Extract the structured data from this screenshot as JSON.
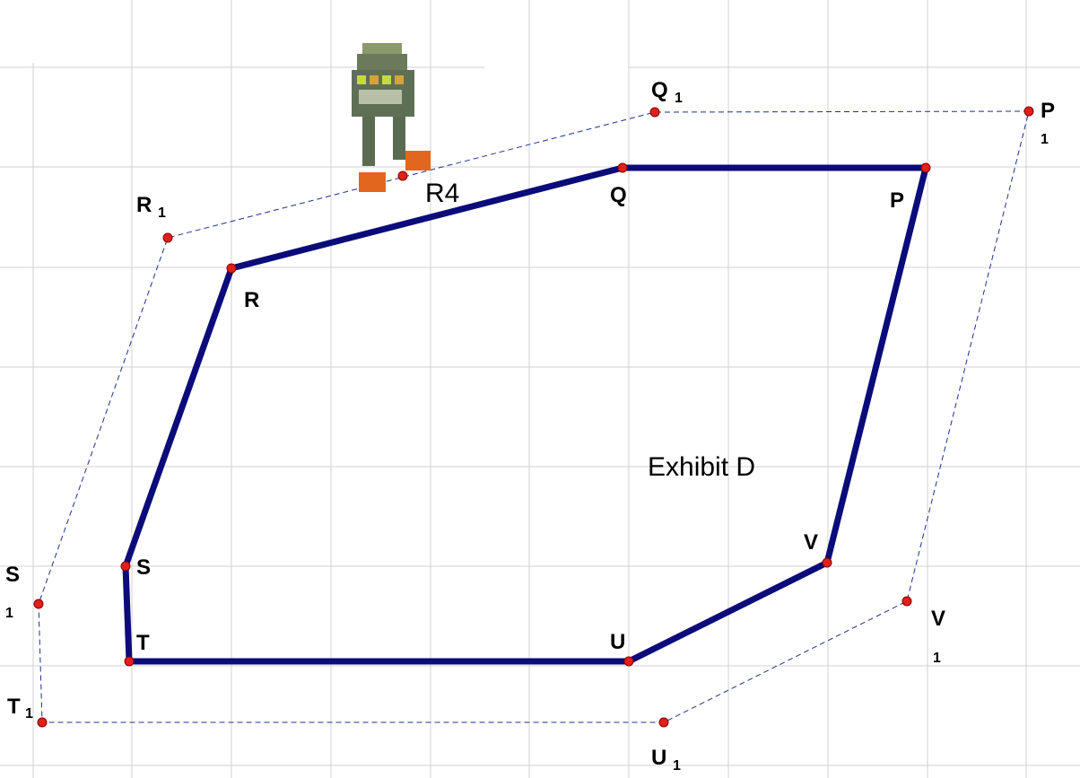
{
  "figure": {
    "title": "Exhibit D",
    "robot_label": "R4",
    "robot_icon": "robot-icon"
  },
  "colors": {
    "grid": "#cfcfcf",
    "polygon": "#0b0b7a",
    "translated": "#1f2f8f",
    "point": "#e0201a"
  },
  "original": {
    "points": [
      {
        "id": "P",
        "label": "P"
      },
      {
        "id": "Q",
        "label": "Q"
      },
      {
        "id": "R",
        "label": "R"
      },
      {
        "id": "S",
        "label": "S"
      },
      {
        "id": "T",
        "label": "T"
      },
      {
        "id": "U",
        "label": "U"
      },
      {
        "id": "V",
        "label": "V"
      }
    ]
  },
  "image": {
    "points": [
      {
        "id": "P1",
        "label": "P",
        "sub": "1"
      },
      {
        "id": "Q1",
        "label": "Q",
        "sub": "1"
      },
      {
        "id": "R1",
        "label": "R",
        "sub": "1"
      },
      {
        "id": "S1",
        "label": "S",
        "sub": "1"
      },
      {
        "id": "T1",
        "label": "T",
        "sub": "1"
      },
      {
        "id": "U1",
        "label": "U",
        "sub": "1"
      },
      {
        "id": "V1",
        "label": "V",
        "sub": "1"
      }
    ]
  }
}
